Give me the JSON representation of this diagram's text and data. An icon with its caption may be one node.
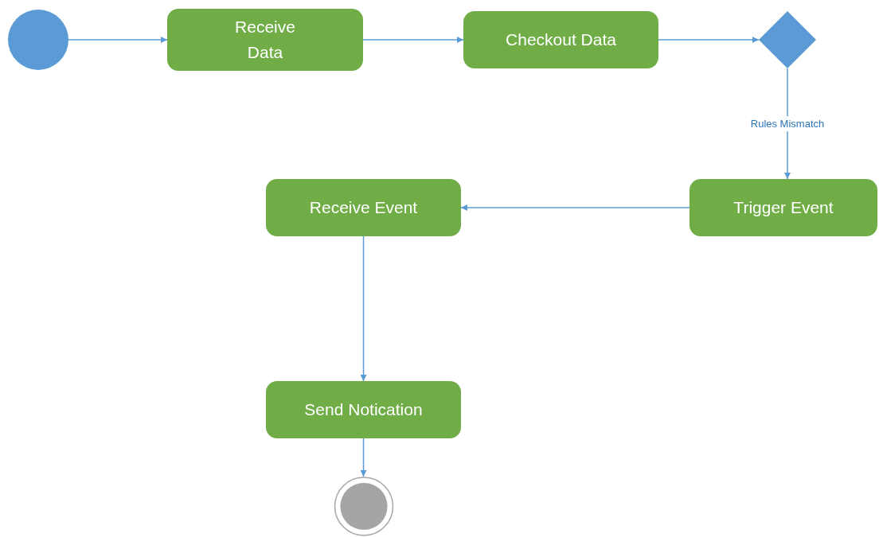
{
  "diagram": {
    "nodes": [
      {
        "text": [],
        "shape": "circle"
      },
      {
        "text": [
          "Receive Data"
        ]
      },
      {
        "text": [
          "Checkout Data"
        ]
      },
      {
        "text": [],
        "shape": "diamond"
      },
      {
        "text": [
          "Trigger Event"
        ]
      },
      {
        "text": [
          "Receive Event"
        ]
      },
      {
        "text": [
          "Send Notication"
        ]
      },
      {
        "text": [],
        "shape": "circle"
      }
    ],
    "edges": [
      {
        "from": 0,
        "to": 1,
        "arrow": "to"
      },
      {
        "from": 1,
        "to": 2,
        "arrow": "to"
      },
      {
        "from": 2,
        "to": 3,
        "arrow": "to"
      },
      {
        "from": 3,
        "to": 4,
        "arrow": "to",
        "label": "Rules Mismatch"
      },
      {
        "from": 4,
        "to": 5,
        "arrow": "to"
      },
      {
        "from": 5,
        "to": 6,
        "arrow": "to"
      },
      {
        "from": 6,
        "to": 7,
        "arrow": "to"
      }
    ]
  }
}
